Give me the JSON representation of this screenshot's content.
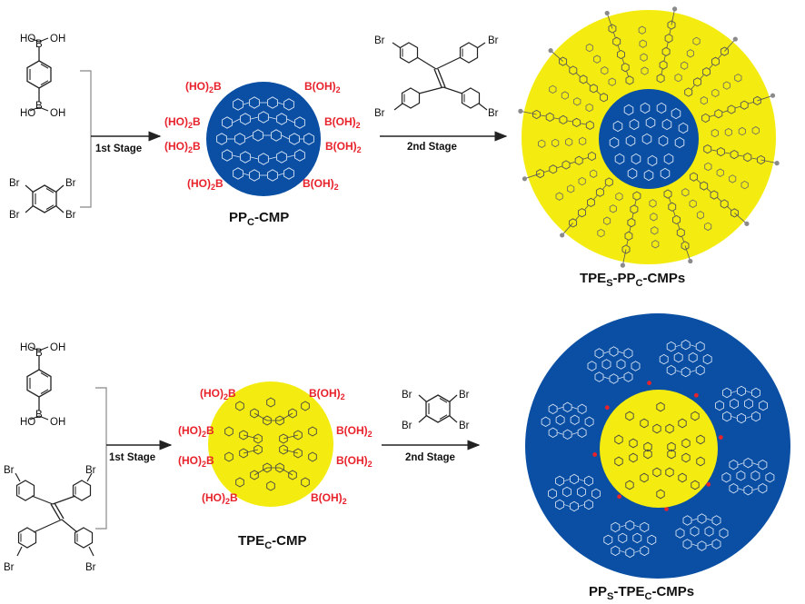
{
  "colors": {
    "core_blue": "#0a4fa3",
    "shell_yellow": "#f4ec10",
    "label_red": "#e8222b",
    "line": "#222222"
  },
  "row1": {
    "monomer_a_groups": [
      "HO",
      "B",
      "OH",
      "HO",
      "B",
      "OH"
    ],
    "monomer_b_groups": [
      "Br",
      "Br",
      "Br",
      "Br"
    ],
    "stage1_label": "1st Stage",
    "core_labels": [
      "(HO)2B",
      "(HO)2B",
      "(HO)2B",
      "(HO)2B",
      "B(OH)2",
      "B(OH)2",
      "B(OH)2",
      "B(OH)2"
    ],
    "core_name_main": "PP",
    "core_name_sub": "C",
    "core_name_suffix": "-CMP",
    "monomer_c_groups": [
      "Br",
      "Br",
      "Br",
      "Br"
    ],
    "stage2_label": "2nd Stage",
    "product_parts": [
      "TPE",
      "S",
      "-PP",
      "C",
      "-CMPs"
    ]
  },
  "row2": {
    "monomer_a_groups": [
      "HO",
      "B",
      "OH",
      "HO",
      "B",
      "OH"
    ],
    "monomer_b_groups": [
      "Br",
      "Br",
      "Br",
      "Br"
    ],
    "stage1_label": "1st Stage",
    "core_labels": [
      "(HO)2B",
      "(HO)2B",
      "(HO)2B",
      "(HO)2B",
      "B(OH)2",
      "B(OH)2",
      "B(OH)2",
      "B(OH)2"
    ],
    "core_name_main": "TPE",
    "core_name_sub": "C",
    "core_name_suffix": "-CMP",
    "monomer_c_groups": [
      "Br",
      "Br",
      "Br",
      "Br"
    ],
    "stage2_label": "2nd Stage",
    "product_parts": [
      "PP",
      "S",
      "-TPE",
      "C",
      "-CMPs"
    ]
  }
}
